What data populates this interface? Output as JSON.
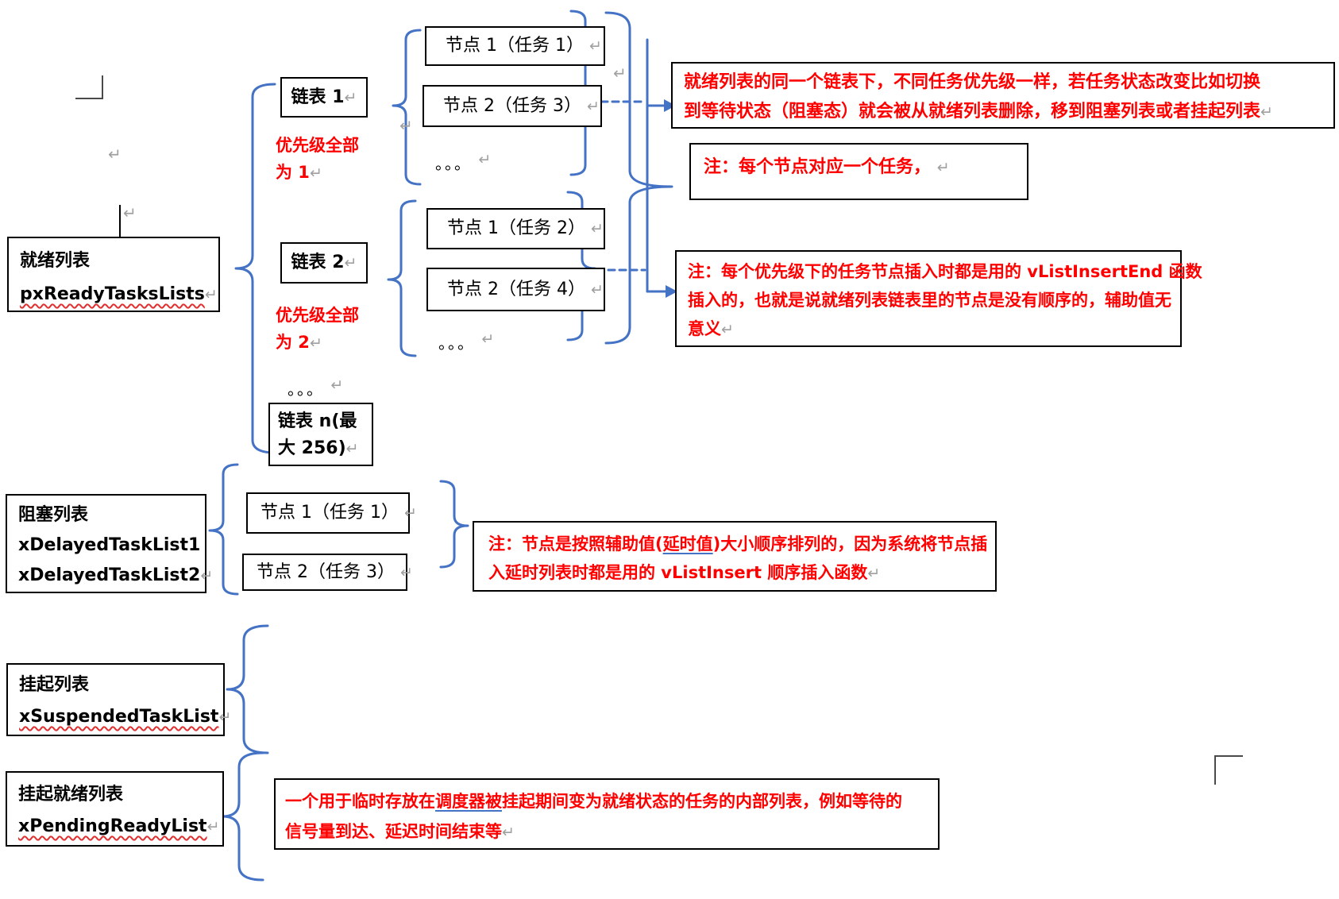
{
  "formatting_marks": {
    "return_mark": "↵",
    "ellipsis": "。。。"
  },
  "ready_list": {
    "name": "就绪列表",
    "var": "pxReadyTasksLists"
  },
  "chain1": {
    "label": "链表 1",
    "priority_l1": "优先级全部",
    "priority_l2": "为 1"
  },
  "chain2": {
    "label": "链表 2",
    "priority_l1": "优先级全部",
    "priority_l2": "为 2"
  },
  "chain_n": {
    "label_l1": "链表 n(最",
    "label_l2": "大 256)"
  },
  "chain1_nodes": {
    "node1": "节点 1（任务 1）",
    "node2": "节点 2（任务 3）"
  },
  "chain2_nodes": {
    "node1": "节点 1（任务 2）",
    "node2": "节点 2（任务 4）"
  },
  "blocked_list": {
    "name": "阻塞列表",
    "var1": "xDelayedTaskList1",
    "var2": "xDelayedTaskList2"
  },
  "blocked_nodes": {
    "node1": "节点 1（任务 1）",
    "node2": "节点 2（任务 3）"
  },
  "suspended_list": {
    "name": "挂起列表",
    "var": "xSuspendedTaskList"
  },
  "pending_list": {
    "name": "挂起就绪列表",
    "var": "xPendingReadyList"
  },
  "notes": {
    "ready_note": {
      "line1": "就绪列表的同一个链表下，不同任务优先级一样，若任务状态改变比如切换",
      "line2": "到等待状态（阻塞态）就会被从就绪列表删除，移到阻塞列表或者挂起列表"
    },
    "node_note": {
      "text": "注：每个节点对应一个任务，"
    },
    "insert_end_note": {
      "line1": "注：每个优先级下的任务节点插入时都是用的 vListInsertEnd 函数",
      "line2": "插入的，也就是说就绪列表链表里的节点是没有顺序的，辅助值无",
      "line3": "意义"
    },
    "delay_note": {
      "line1_pre": "注：节点是按照辅助值(",
      "line1_underlined": "延时值",
      "line1_post": ")大小顺序排列的，因为系统将节点插",
      "line2": "入延时列表时都是用的 vListInsert 顺序插入函数"
    },
    "pending_note": {
      "line1_pre": "一个用于临时存放在",
      "line1_underlined": "调度器被",
      "line1_post": "挂起期间变为就绪状态的任务的内部列表，例如等待的",
      "line2": "信号量到达、延迟时间结束等"
    }
  },
  "colors": {
    "accent_blue": "#4472C4",
    "note_red": "#FF0000",
    "mark_gray": "#A0A0A0",
    "border_black": "#000000"
  }
}
